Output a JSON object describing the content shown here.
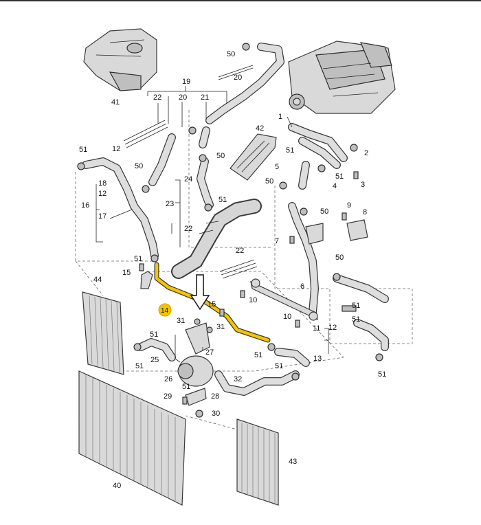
{
  "labels": {
    "l1": "1",
    "l2": "2",
    "l3": "3",
    "l4": "4",
    "l5": "5",
    "l6": "6",
    "l7": "7",
    "l8": "8",
    "l9": "9",
    "l10a": "10",
    "l10b": "10",
    "l11": "11",
    "l12a": "12",
    "l12b": "12",
    "l12c": "12",
    "l13": "13",
    "l14": "14",
    "l15a": "15",
    "l15b": "15",
    "l16": "16",
    "l17": "17",
    "l18": "18",
    "l19": "19",
    "l20a": "20",
    "l20b": "20",
    "l21": "21",
    "l22a": "22",
    "l22b": "22",
    "l22c": "22",
    "l23": "23",
    "l24": "24",
    "l25": "25",
    "l26": "26",
    "l27": "27",
    "l28": "28",
    "l29": "29",
    "l30": "30",
    "l31a": "31",
    "l31b": "31",
    "l32": "32",
    "l40": "40",
    "l41": "41",
    "l42": "42",
    "l43": "43",
    "l44": "44",
    "l50a": "50",
    "l50b": "50",
    "l50c": "50",
    "l50d": "50",
    "l50e": "50",
    "l50f": "50",
    "l51a": "51",
    "l51b": "51",
    "l51c": "51",
    "l51d": "51",
    "l51e": "51",
    "l51f": "51",
    "l51g": "51",
    "l51h": "51",
    "l51i": "51",
    "l51j": "51",
    "l51k": "51",
    "l51l": "51",
    "l51m": "51"
  },
  "highlight": {
    "label": "14",
    "color": "#f5c400"
  }
}
